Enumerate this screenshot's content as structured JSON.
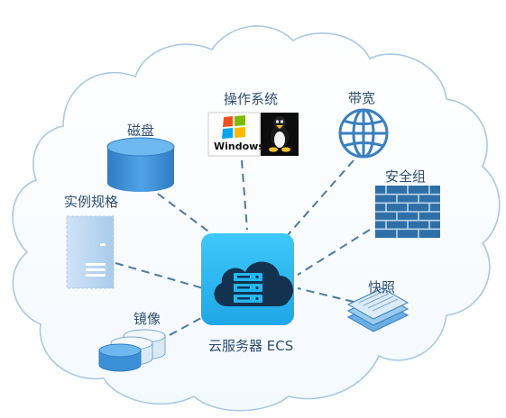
{
  "diagram": {
    "center": {
      "label": "云服务器 ECS",
      "icon": "cloud-server-icon"
    },
    "nodes": [
      {
        "id": "disk",
        "label": "磁盘",
        "icon": "disk-cylinder-icon"
      },
      {
        "id": "os",
        "label": "操作系统",
        "icon": "windows-linux-logos-icon",
        "logo_text": "Windows"
      },
      {
        "id": "bandwidth",
        "label": "带宽",
        "icon": "globe-icon"
      },
      {
        "id": "spec",
        "label": "实例规格",
        "icon": "server-tower-icon"
      },
      {
        "id": "security_group",
        "label": "安全组",
        "icon": "firewall-brick-wall-icon"
      },
      {
        "id": "snapshot",
        "label": "快照",
        "icon": "document-stack-icon"
      },
      {
        "id": "image",
        "label": "镜像",
        "icon": "disk-stack-icon"
      }
    ],
    "colors": {
      "accent": "#3a8fd6",
      "center_bg": "#25b7f2",
      "connector": "#4a7aa3",
      "cloud_stroke": "#a9c8e6",
      "label": "#2f4f6f"
    }
  }
}
